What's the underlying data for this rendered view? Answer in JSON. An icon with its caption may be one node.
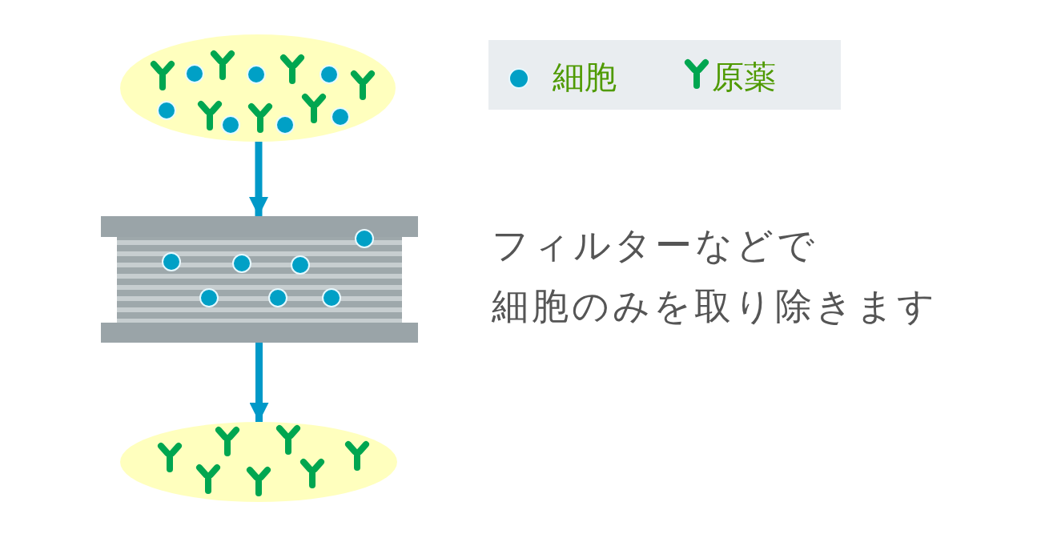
{
  "diagram": {
    "nodes": [
      {
        "text": [],
        "shape": "picture"
      },
      {
        "text": [],
        "shape": "picture"
      },
      {
        "text": [],
        "shape": "picture"
      }
    ],
    "edges": [
      {
        "from": 0,
        "to": 1,
        "arrow": "to"
      },
      {
        "from": 1,
        "to": 2,
        "arrow": "to"
      }
    ],
    "labels": [
      "フィルターなどで",
      "細胞のみを取り除きます"
    ],
    "legend": [
      {
        "text": "細胞",
        "color": "#00a0c6"
      },
      {
        "text": "原薬"
      }
    ]
  }
}
